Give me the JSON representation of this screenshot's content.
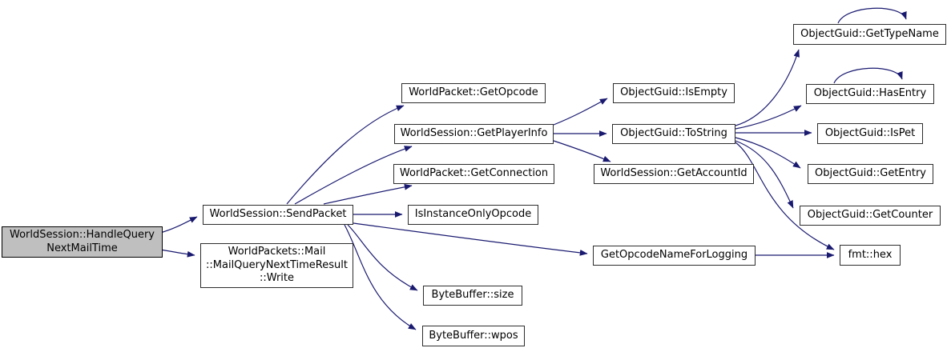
{
  "diagram_type": "call-graph",
  "colors": {
    "edge": "#191970",
    "node_fill": "#ffffff",
    "node_border": "#2d2d2d",
    "root_fill": "#bfbfbf",
    "text": "#000000",
    "background": "#ffffff"
  },
  "nodes": {
    "handle_query": {
      "label": "WorldSession::HandleQuery\nNextMailTime"
    },
    "send_packet": {
      "label": "WorldSession::SendPacket"
    },
    "mail_write": {
      "label": "WorldPackets::Mail\n::MailQueryNextTimeResult\n::Write"
    },
    "get_opcode": {
      "label": "WorldPacket::GetOpcode"
    },
    "get_player_info": {
      "label": "WorldSession::GetPlayerInfo"
    },
    "get_connection": {
      "label": "WorldPacket::GetConnection"
    },
    "is_instance_only_opcode": {
      "label": "IsInstanceOnlyOpcode"
    },
    "bytebuffer_size": {
      "label": "ByteBuffer::size"
    },
    "bytebuffer_wpos": {
      "label": "ByteBuffer::wpos"
    },
    "is_empty": {
      "label": "ObjectGuid::IsEmpty"
    },
    "to_string": {
      "label": "ObjectGuid::ToString"
    },
    "get_account_id": {
      "label": "WorldSession::GetAccountId"
    },
    "get_opcode_name_for_logging": {
      "label": "GetOpcodeNameForLogging"
    },
    "get_type_name": {
      "label": "ObjectGuid::GetTypeName"
    },
    "has_entry": {
      "label": "ObjectGuid::HasEntry"
    },
    "is_pet": {
      "label": "ObjectGuid::IsPet"
    },
    "get_entry": {
      "label": "ObjectGuid::GetEntry"
    },
    "get_counter": {
      "label": "ObjectGuid::GetCounter"
    },
    "fmt_hex": {
      "label": "fmt::hex"
    }
  },
  "edges": [
    {
      "from": "handle_query",
      "to": "send_packet"
    },
    {
      "from": "handle_query",
      "to": "mail_write"
    },
    {
      "from": "send_packet",
      "to": "get_opcode"
    },
    {
      "from": "send_packet",
      "to": "get_player_info"
    },
    {
      "from": "send_packet",
      "to": "get_connection"
    },
    {
      "from": "send_packet",
      "to": "is_instance_only_opcode"
    },
    {
      "from": "send_packet",
      "to": "get_opcode_name_for_logging"
    },
    {
      "from": "send_packet",
      "to": "bytebuffer_size"
    },
    {
      "from": "send_packet",
      "to": "bytebuffer_wpos"
    },
    {
      "from": "get_player_info",
      "to": "is_empty"
    },
    {
      "from": "get_player_info",
      "to": "to_string"
    },
    {
      "from": "get_player_info",
      "to": "get_account_id"
    },
    {
      "from": "to_string",
      "to": "get_type_name"
    },
    {
      "from": "to_string",
      "to": "has_entry"
    },
    {
      "from": "to_string",
      "to": "is_pet"
    },
    {
      "from": "to_string",
      "to": "get_entry"
    },
    {
      "from": "to_string",
      "to": "get_counter"
    },
    {
      "from": "to_string",
      "to": "fmt_hex"
    },
    {
      "from": "get_opcode_name_for_logging",
      "to": "fmt_hex"
    },
    {
      "from": "get_type_name",
      "to": "get_type_name"
    },
    {
      "from": "has_entry",
      "to": "has_entry"
    }
  ]
}
